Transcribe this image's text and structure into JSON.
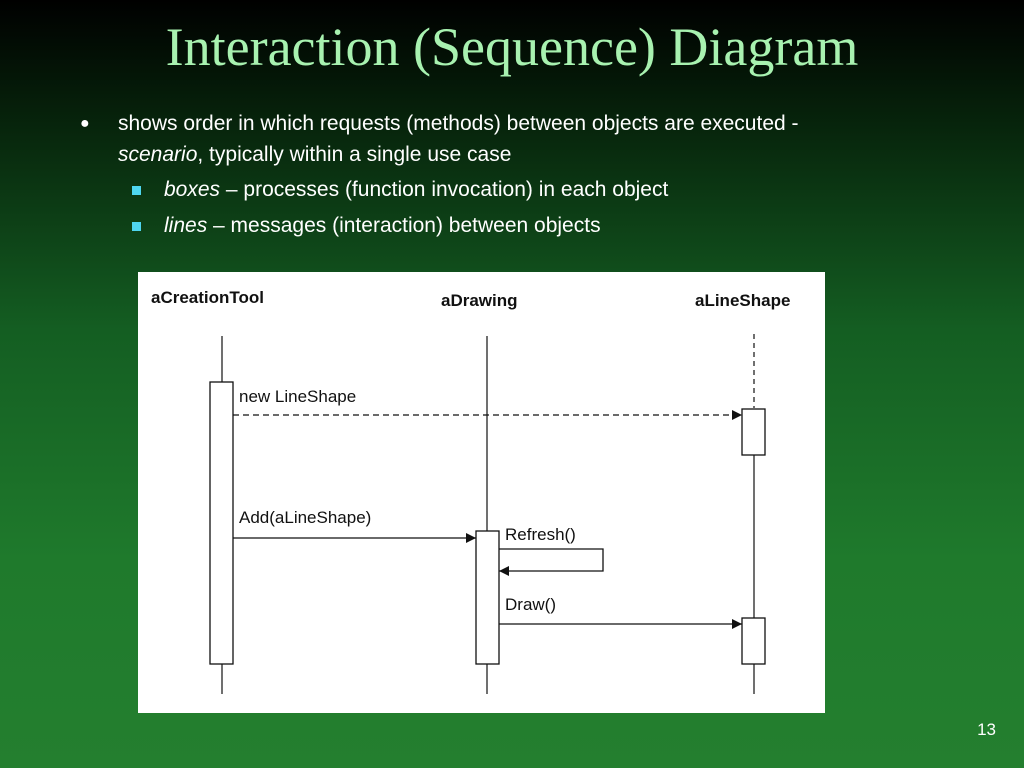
{
  "slide": {
    "title": "Interaction (Sequence) Diagram",
    "bullet": {
      "text": "shows order in which requests (methods) between objects are executed  -",
      "emphasis": "scenario",
      "continuation": ", typically within a single use case"
    },
    "sub_bullets": [
      {
        "emphasis": "boxes",
        "text": " – processes (function invocation) in each object"
      },
      {
        "emphasis": "lines",
        "text": " – messages (interaction) between objects"
      }
    ],
    "page_number": "13"
  },
  "diagram": {
    "objects": [
      "aCreationTool",
      "aDrawing",
      "aLineShape"
    ],
    "messages": [
      {
        "label": "new LineShape",
        "from": "aCreationTool",
        "to": "aLineShape",
        "style": "dashed"
      },
      {
        "label": "Add(aLineShape)",
        "from": "aCreationTool",
        "to": "aDrawing",
        "style": "solid"
      },
      {
        "label": "Refresh()",
        "from": "aDrawing",
        "to": "aDrawing",
        "style": "self"
      },
      {
        "label": "Draw()",
        "from": "aDrawing",
        "to": "aLineShape",
        "style": "solid"
      }
    ]
  },
  "colors": {
    "title": "#a8f2b0",
    "bullet_square": "#4fd6f0",
    "text": "#ffffff"
  }
}
